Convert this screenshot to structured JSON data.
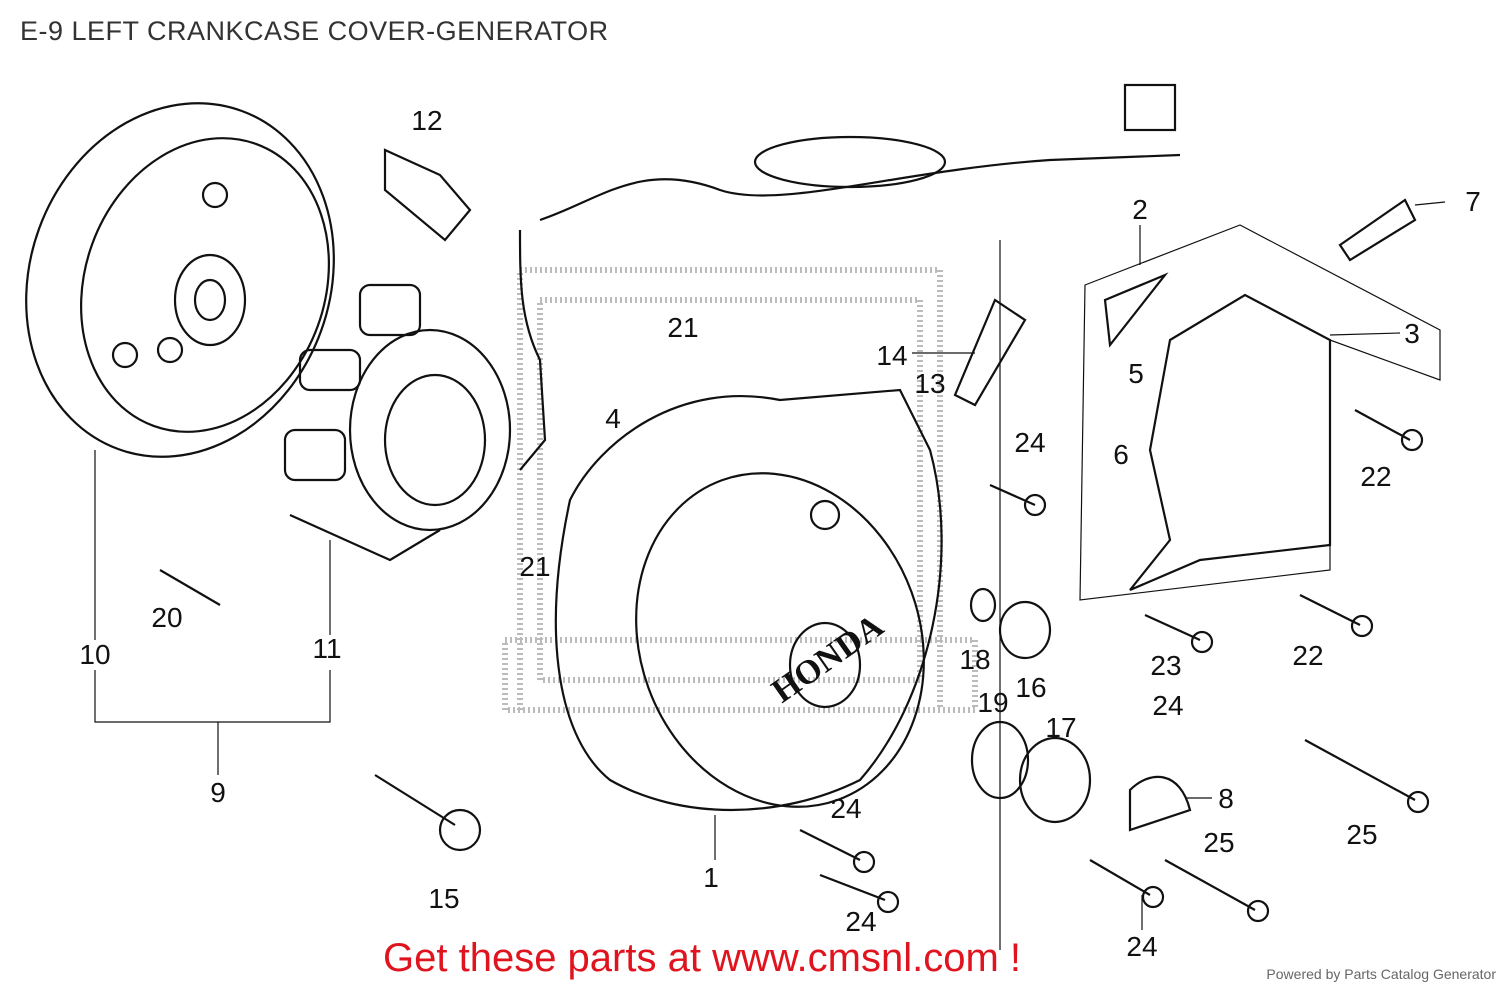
{
  "title": "E-9 LEFT CRANKCASE COVER-GENERATOR",
  "callouts": [
    "12",
    "2",
    "7",
    "21",
    "3",
    "14",
    "5",
    "13",
    "4",
    "24",
    "6",
    "22",
    "21",
    "20",
    "11",
    "10",
    "22",
    "18",
    "23",
    "16",
    "19",
    "24",
    "17",
    "9",
    "8",
    "24",
    "25",
    "25",
    "1",
    "15",
    "24",
    "24"
  ],
  "cover_logo": "HONDA",
  "promo_text": "Get these parts at www.cmsnl.com !",
  "powered_by": "Powered by Parts Catalog Generator",
  "colors": {
    "promo": "#e0141e",
    "lines": "#111111"
  }
}
